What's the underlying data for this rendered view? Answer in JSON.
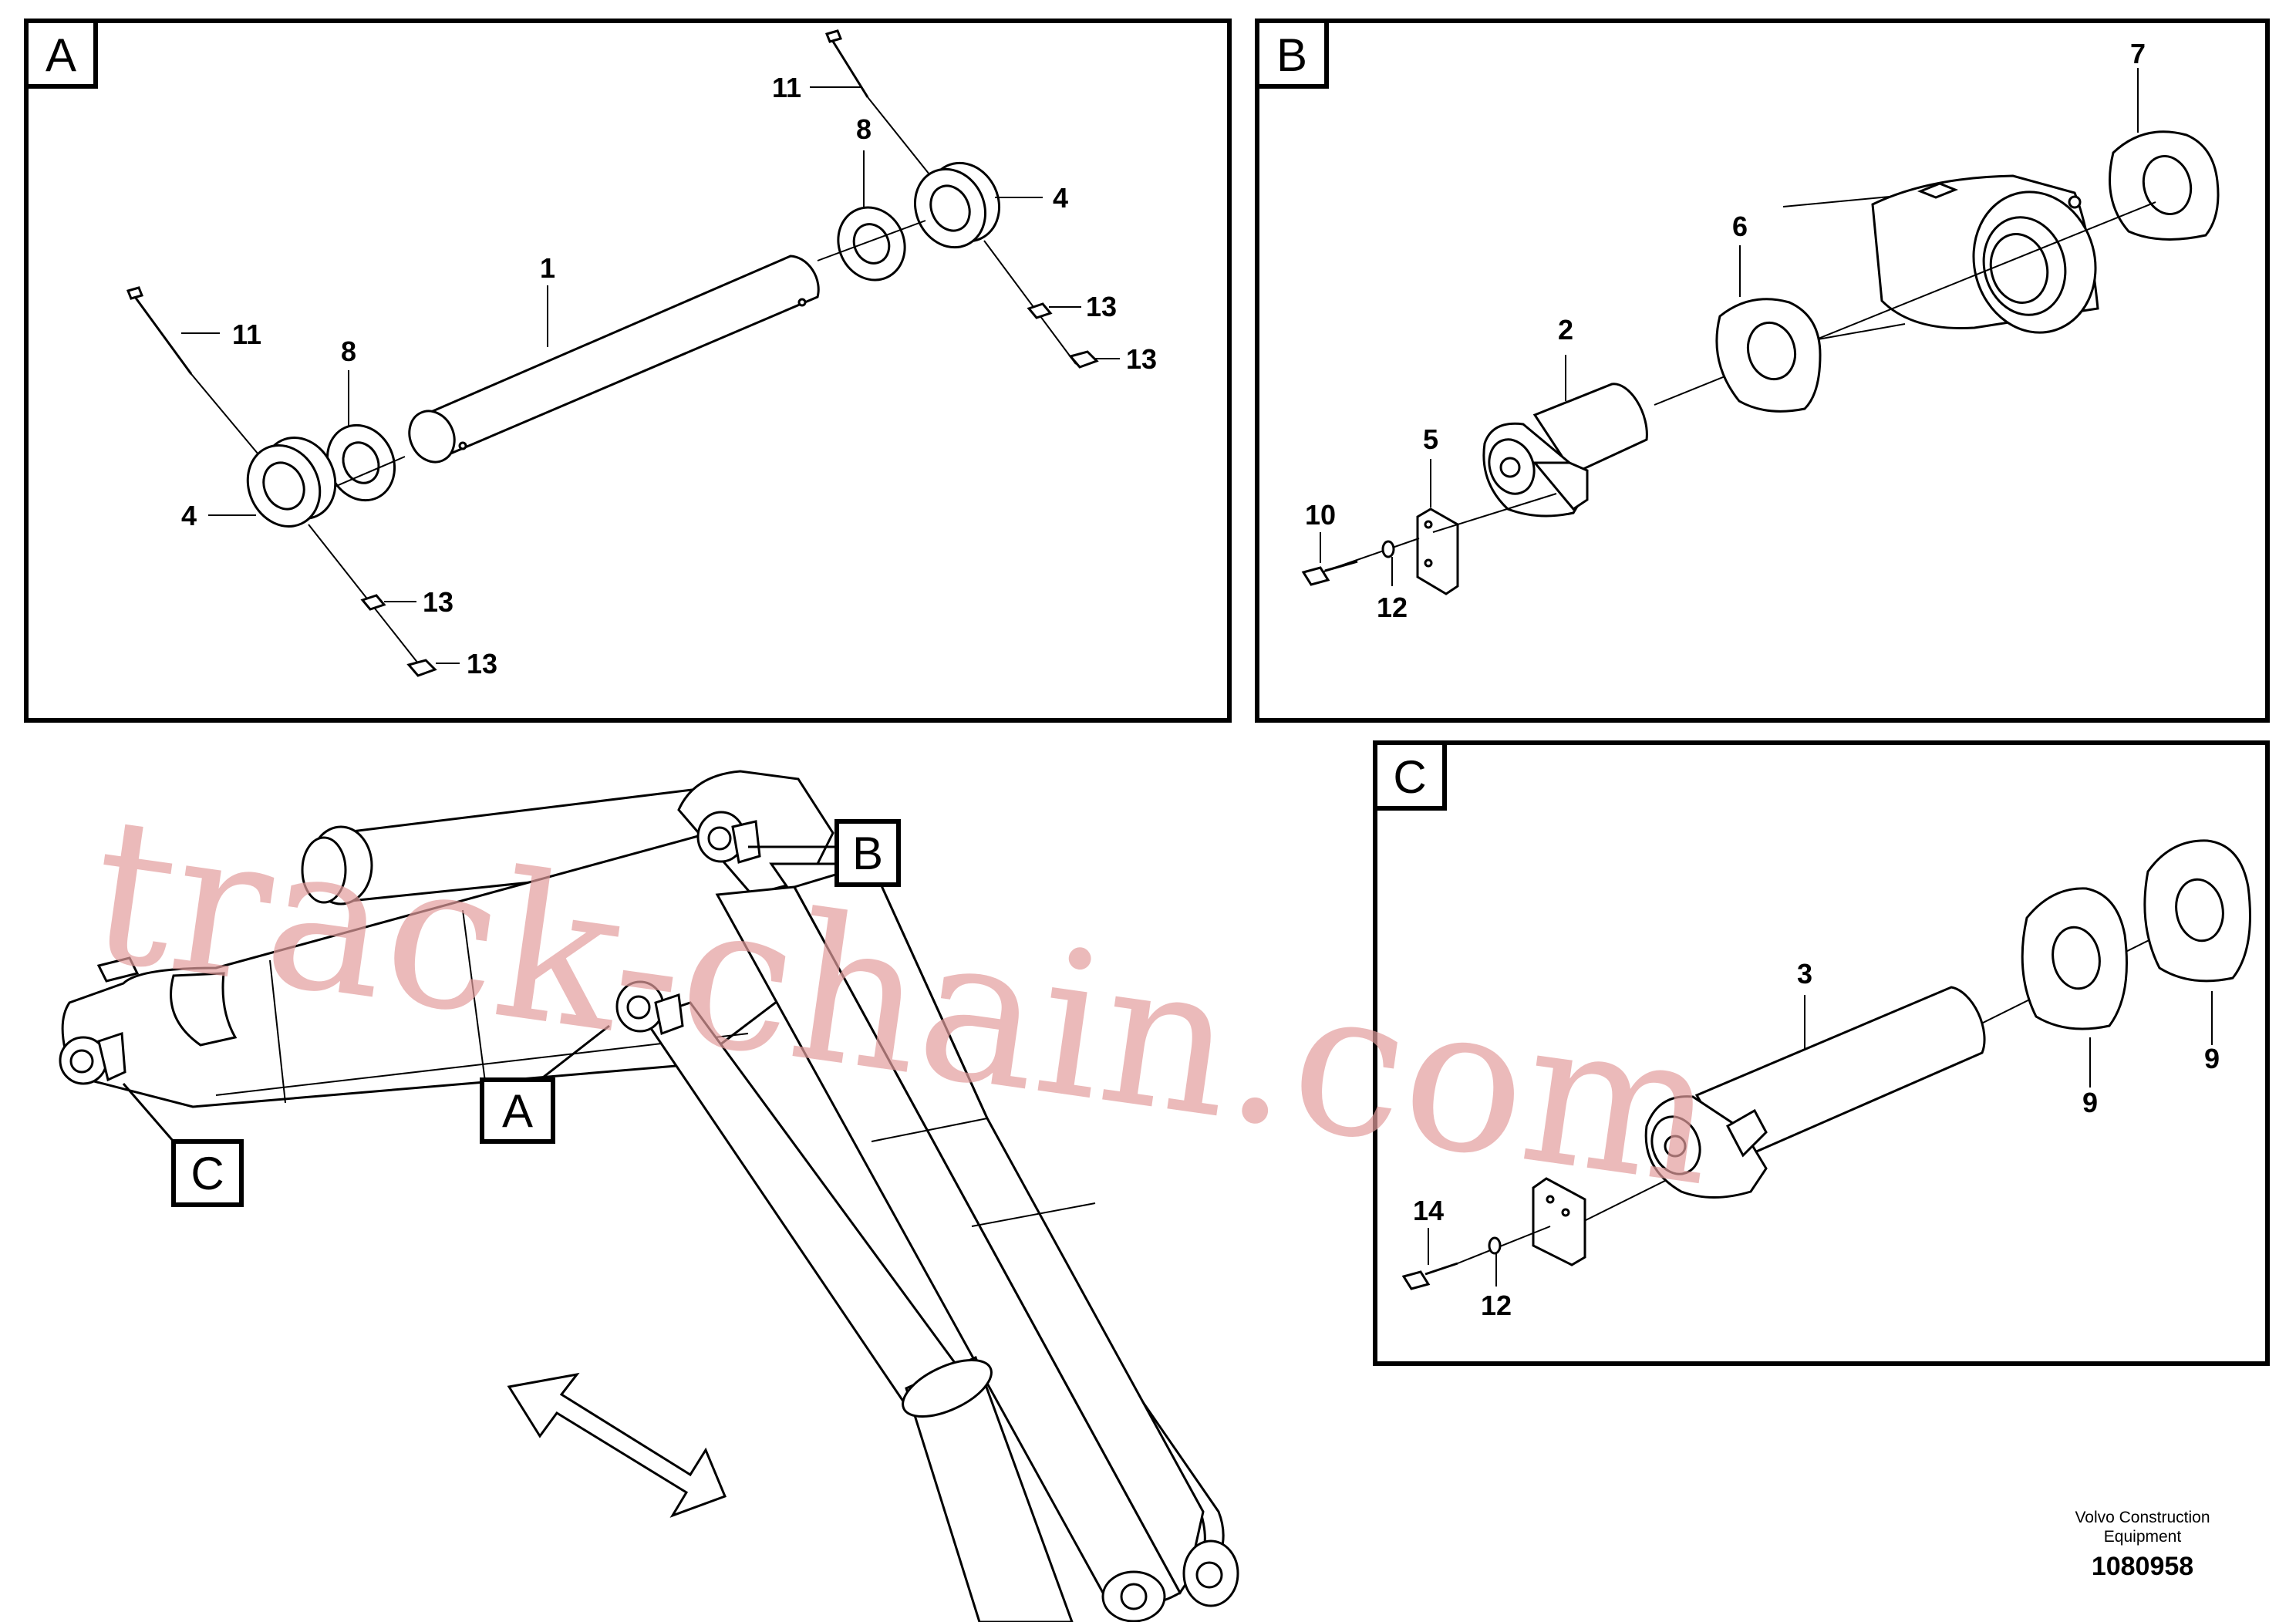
{
  "frames": {
    "a": {
      "letter": "A"
    },
    "b": {
      "letter": "B"
    },
    "c": {
      "letter": "C"
    }
  },
  "callouts": {
    "a": "A",
    "b": "B",
    "c": "C"
  },
  "labels_a": {
    "bolt_top": "11",
    "washer_top": "8",
    "bushing_top": "4",
    "nut_top_1": "13",
    "nut_top_2": "13",
    "pin": "1",
    "bolt_left": "11",
    "washer_left": "8",
    "bushing_left": "4",
    "nut_left_1": "13",
    "nut_left_2": "13"
  },
  "labels_b": {
    "shim_top": "7",
    "shim": "6",
    "pin": "2",
    "plate": "5",
    "screw": "10",
    "washer": "12"
  },
  "labels_c": {
    "pin": "3",
    "shim_1": "9",
    "shim_2": "9",
    "screw": "14",
    "washer": "12"
  },
  "watermark": "track-chain.com",
  "footer": {
    "maker_line1": "Volvo Construction",
    "maker_line2": "Equipment",
    "doc_number": "1080958"
  }
}
